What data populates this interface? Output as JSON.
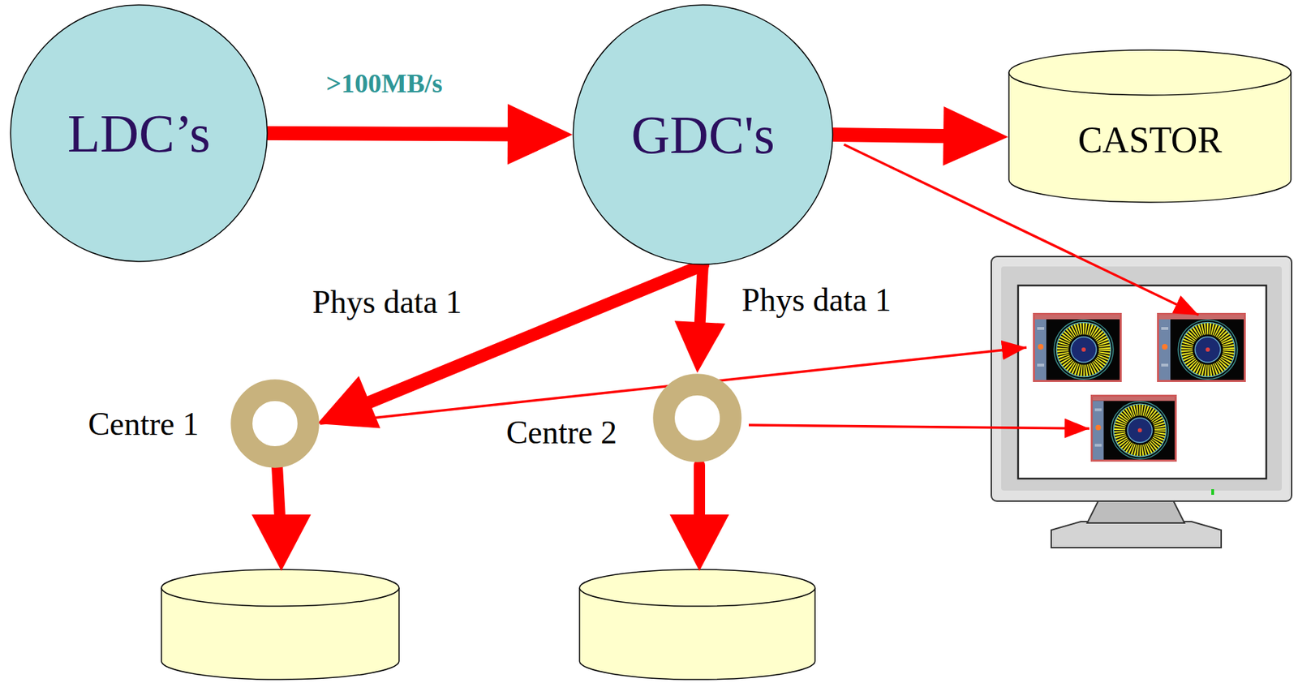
{
  "diagram": {
    "nodes": [
      {
        "text": [
          "LDC’s"
        ]
      },
      {
        "text": [
          "GDC's"
        ]
      },
      {
        "text": [
          "CASTOR"
        ]
      },
      {
        "text": [
          "Centre 1"
        ]
      },
      {
        "text": [
          "Centre 2"
        ]
      }
    ],
    "edges": [
      {
        "from": 0,
        "to": 1,
        "arrow": "to",
        "label": ">100MB/s"
      },
      {
        "from": 1,
        "to": 2,
        "arrow": "to"
      },
      {
        "from": 1,
        "to": 3,
        "arrow": "to",
        "label": "Phys data 1"
      },
      {
        "from": 1,
        "to": 4,
        "arrow": "to",
        "label": "Phys data 1"
      }
    ]
  }
}
